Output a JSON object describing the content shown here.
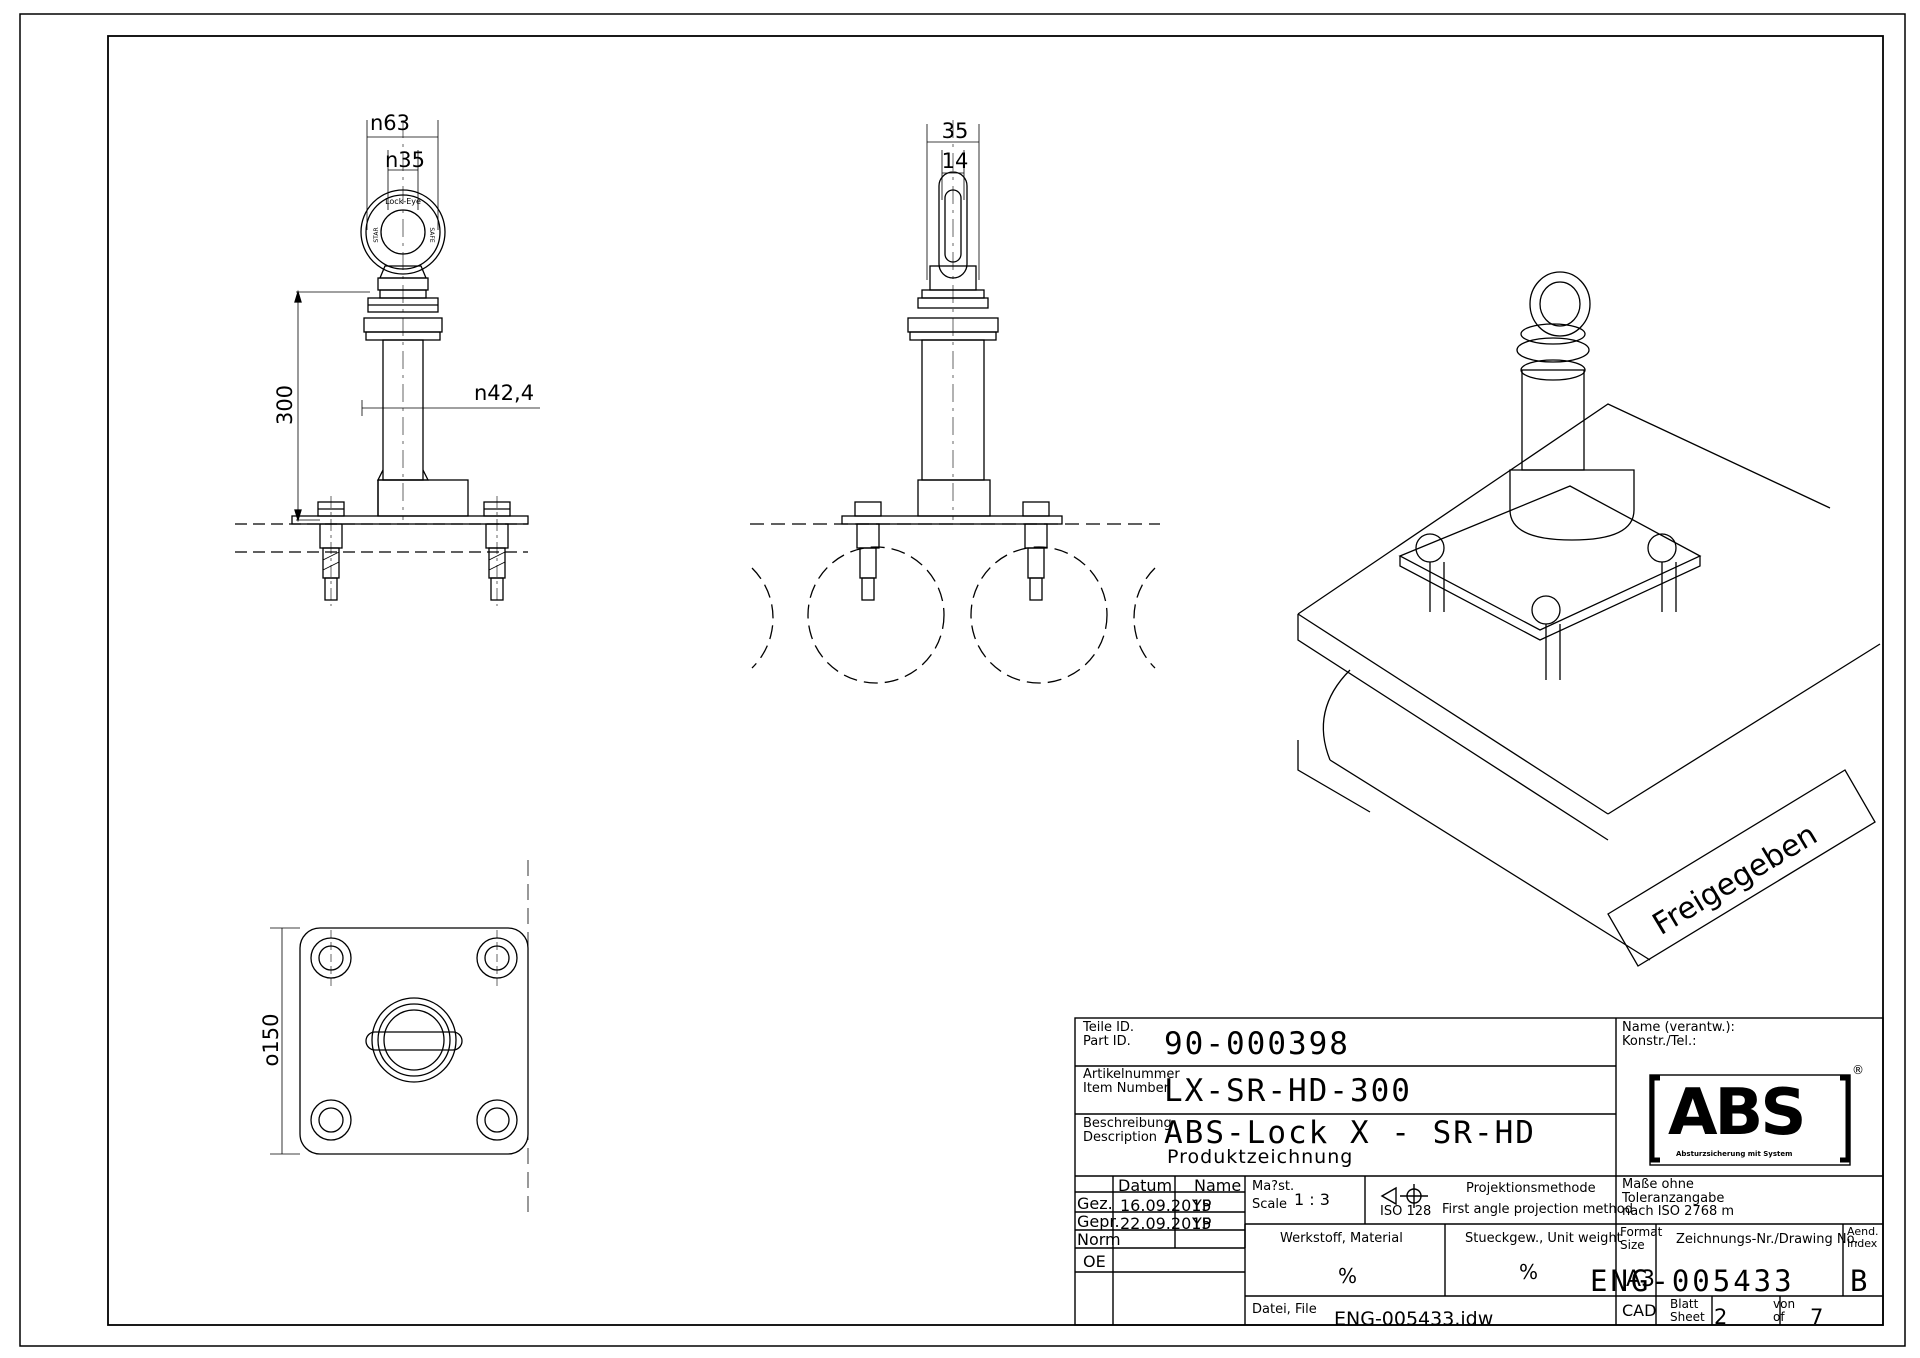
{
  "dimensions": {
    "front_ring_outer": "n63",
    "front_ring_inner": "n35",
    "side_ring_width": "35",
    "side_ring_inner": "14",
    "height": "300",
    "post_diameter": "n42,4",
    "plate_size": "o150"
  },
  "ring_engraving": {
    "top": "Lock-Eye",
    "left": "STAR",
    "right": "SAFE"
  },
  "stamp": {
    "text": "Freigegeben"
  },
  "title_block": {
    "part_id_label_de": "Teile ID.",
    "part_id_label_en": "Part ID.",
    "part_id": "90-000398",
    "item_label_de": "Artikelnummer",
    "item_label_en": "Item Number",
    "item_number": "LX-SR-HD-300",
    "desc_label_de": "Beschreibung",
    "desc_label_en": "Description",
    "description": "ABS-Lock X - SR-HD",
    "description_sub": "Produktzeichnung",
    "responsible_label_de": "Name (verantw.):",
    "responsible_label_en": "Konstr./Tel.:",
    "logo_text": "ABS",
    "logo_tagline": "Absturzsicherung mit System",
    "logo_mark": "®",
    "datum_header": "Datum",
    "name_header": "Name",
    "gez_label": "Gez.",
    "gez_date": "16.09.2015",
    "gez_name": "YP",
    "gepr_label": "Gepr.",
    "gepr_date": "22.09.2015",
    "gepr_name": "YP",
    "norm_label": "Norm",
    "oe_label": "OE",
    "scale_label_de": "Ma?st.",
    "scale_label_en": "Scale",
    "scale_value": "1 : 3",
    "iso_label": "ISO 128",
    "projection_label": "Projektionsmethode",
    "projection_value": "First angle projection method",
    "tolerance_line1": "Maße ohne",
    "tolerance_line2": "Toleranzangabe",
    "tolerance_line3": "nach ISO 2768 m",
    "material_label": "Werkstoff, Material",
    "material_value": "%",
    "weight_label": "Stueckgew., Unit weight",
    "weight_value": "%",
    "format_label_de": "Format",
    "format_label_en": "Size",
    "format_value": "A3",
    "drawing_label": "Zeichnungs-Nr./Drawing No.",
    "drawing_number": "ENG-005433",
    "index_label_de": "Aend.",
    "index_label_en": "Index",
    "index_value": "B",
    "file_label": "Datei, File",
    "file_value": "ENG-005433.idw",
    "cad_label": "CAD",
    "sheet_label_de": "Blatt",
    "sheet_label_en": "Sheet",
    "sheet_value": "2",
    "of_label_de": "von",
    "of_label_en": "of",
    "of_value": "7"
  }
}
